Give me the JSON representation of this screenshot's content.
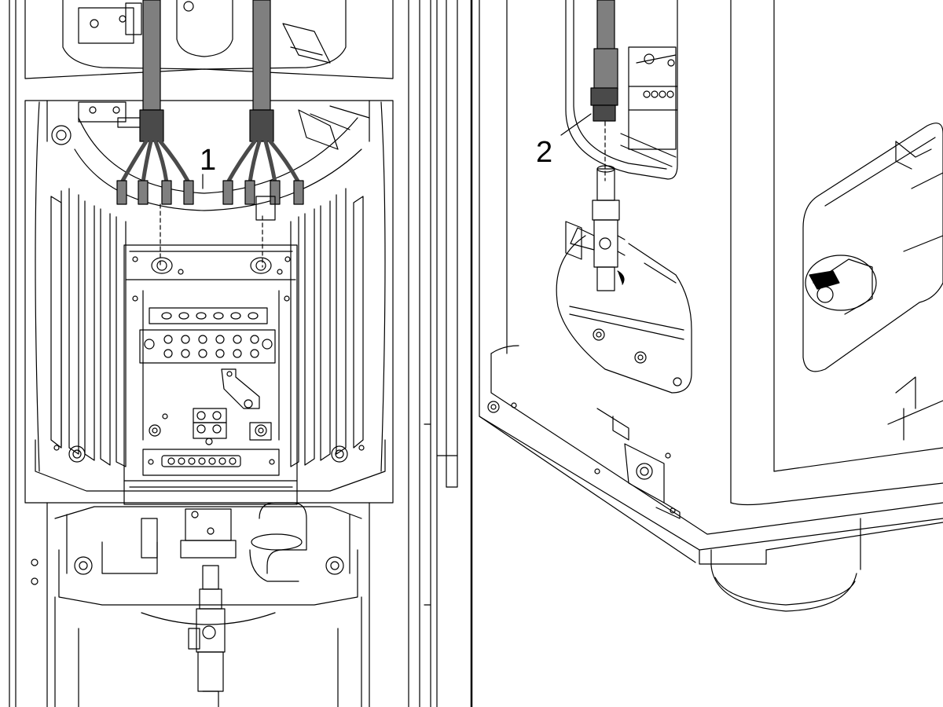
{
  "figure": {
    "callouts": [
      {
        "id": "1",
        "label": "1"
      },
      {
        "id": "2",
        "label": "2"
      }
    ]
  },
  "colors": {
    "line": "#000000",
    "cable": "#7f7f7f",
    "cable_dark": "#4a4a4a",
    "background": "#ffffff"
  },
  "icons": {
    "left_panel": "motor-terminal-box-exploded-view",
    "right_panel": "column-base-with-drain-valve"
  }
}
